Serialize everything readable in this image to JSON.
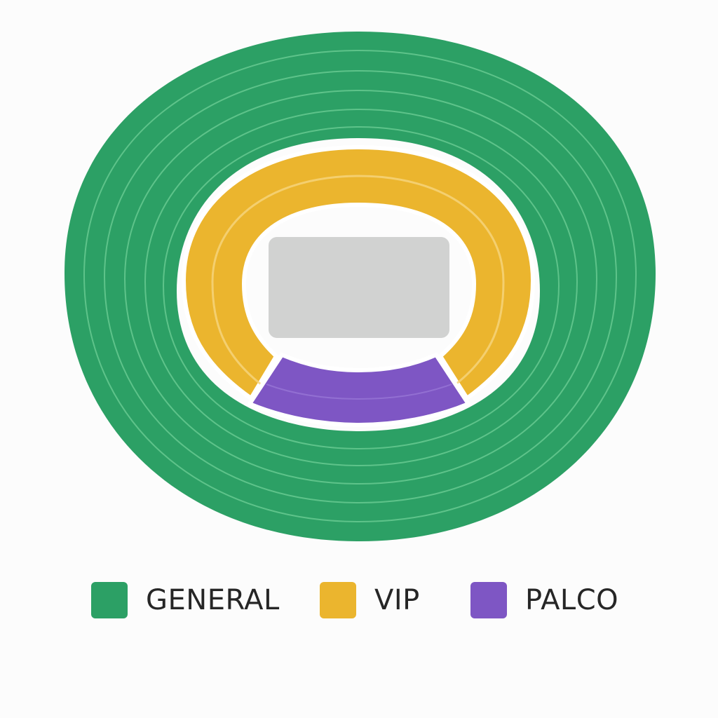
{
  "venue_map": {
    "zones": [
      {
        "id": "general",
        "name": "GENERAL",
        "color": "#2ca065"
      },
      {
        "id": "vip",
        "name": "VIP",
        "color": "#ebb52e"
      },
      {
        "id": "palco",
        "name": "PALCO",
        "color": "#7e56c4"
      }
    ],
    "stage_color": "#d1d2d1",
    "row_line_color": "#6fcf97"
  },
  "legend": {
    "items": [
      {
        "label": "GENERAL",
        "color": "#2ca065"
      },
      {
        "label": "VIP",
        "color": "#ebb52e"
      },
      {
        "label": "PALCO",
        "color": "#7e56c4"
      }
    ]
  }
}
